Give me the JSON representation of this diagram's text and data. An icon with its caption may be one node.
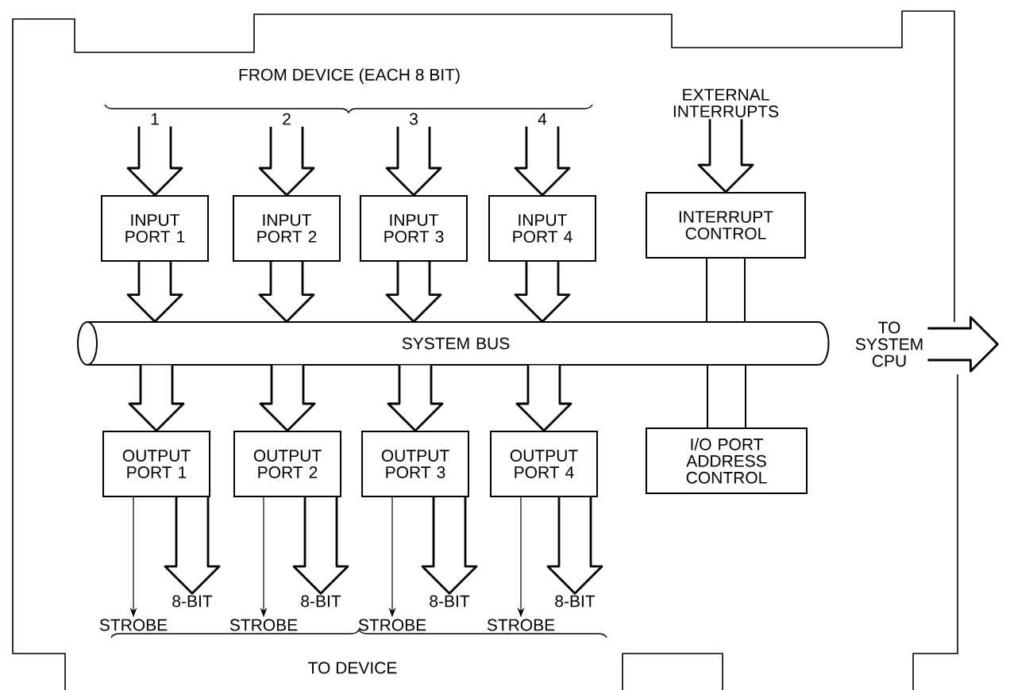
{
  "diagram": {
    "nodes": [
      {
        "text": [
          "SYSTEM BUS"
        ]
      },
      {
        "text": [
          "INPUT PORT 1"
        ]
      },
      {
        "text": [
          "INPUT PORT 2"
        ]
      },
      {
        "text": [
          "INPUT PORT 3"
        ]
      },
      {
        "text": [
          "INPUT PORT 4"
        ]
      },
      {
        "text": [
          "INTERRUPT CONTROL"
        ]
      },
      {
        "text": [
          "OUTPUT PORT 1"
        ]
      },
      {
        "text": [
          "OUTPUT PORT 2"
        ]
      },
      {
        "text": [
          "OUTPUT PORT 3"
        ]
      },
      {
        "text": [
          "OUTPUT PORT 4"
        ]
      },
      {
        "text": [
          "I/O PORT ADDRESS CONTROL"
        ]
      },
      {
        "text": [
          "1"
        ]
      },
      {
        "text": [
          "2"
        ]
      },
      {
        "text": [
          "3"
        ]
      },
      {
        "text": [
          "4"
        ]
      },
      {
        "text": [
          "EXTERNAL INTERRUPTS"
        ]
      },
      {
        "text": [
          "TO SYSTEM CPU"
        ]
      },
      {
        "text": [
          "STROBE"
        ]
      },
      {
        "text": [
          "STROBE"
        ]
      },
      {
        "text": [
          "STROBE"
        ]
      },
      {
        "text": [
          "STROBE"
        ]
      },
      {
        "text": [
          "8-BIT"
        ]
      },
      {
        "text": [
          "8-BIT"
        ]
      },
      {
        "text": [
          "8-BIT"
        ]
      },
      {
        "text": [
          "8-BIT"
        ]
      }
    ],
    "edges": [
      {
        "from": 11,
        "to": 1,
        "arrow": "to",
        "style": "thick"
      },
      {
        "from": 12,
        "to": 2,
        "arrow": "to",
        "style": "thick"
      },
      {
        "from": 13,
        "to": 3,
        "arrow": "to",
        "style": "thick"
      },
      {
        "from": 14,
        "to": 4,
        "arrow": "to",
        "style": "thick"
      },
      {
        "from": 15,
        "to": 5,
        "arrow": "to",
        "style": "thick"
      },
      {
        "from": 1,
        "to": 0,
        "arrow": "to",
        "style": "thick"
      },
      {
        "from": 2,
        "to": 0,
        "arrow": "to",
        "style": "thick"
      },
      {
        "from": 3,
        "to": 0,
        "arrow": "to",
        "style": "thick"
      },
      {
        "from": 4,
        "to": 0,
        "arrow": "to",
        "style": "thick"
      },
      {
        "from": 5,
        "to": 0,
        "arrow": "none"
      },
      {
        "from": 16,
        "to": null,
        "arrow": "to",
        "style": "thick"
      },
      {
        "from": 0,
        "to": 6,
        "arrow": "to",
        "style": "thick"
      },
      {
        "from": 0,
        "to": 7,
        "arrow": "to",
        "style": "thick"
      },
      {
        "from": 0,
        "to": 8,
        "arrow": "to",
        "style": "thick"
      },
      {
        "from": 0,
        "to": 9,
        "arrow": "to",
        "style": "thick"
      },
      {
        "from": 0,
        "to": 10,
        "arrow": "none"
      },
      {
        "from": 6,
        "to": 17,
        "arrow": "to"
      },
      {
        "from": 6,
        "to": 21,
        "arrow": "to",
        "style": "thick"
      },
      {
        "from": 7,
        "to": 18,
        "arrow": "to"
      },
      {
        "from": 7,
        "to": 22,
        "arrow": "to",
        "style": "thick"
      },
      {
        "from": 8,
        "to": 19,
        "arrow": "to"
      },
      {
        "from": 8,
        "to": 23,
        "arrow": "to",
        "style": "thick"
      },
      {
        "from": 9,
        "to": 20,
        "arrow": "to"
      },
      {
        "from": 9,
        "to": 24,
        "arrow": "to",
        "style": "thick"
      }
    ],
    "labels": [
      "FROM DEVICE (EACH 8 BIT)",
      "TO DEVICE"
    ]
  }
}
